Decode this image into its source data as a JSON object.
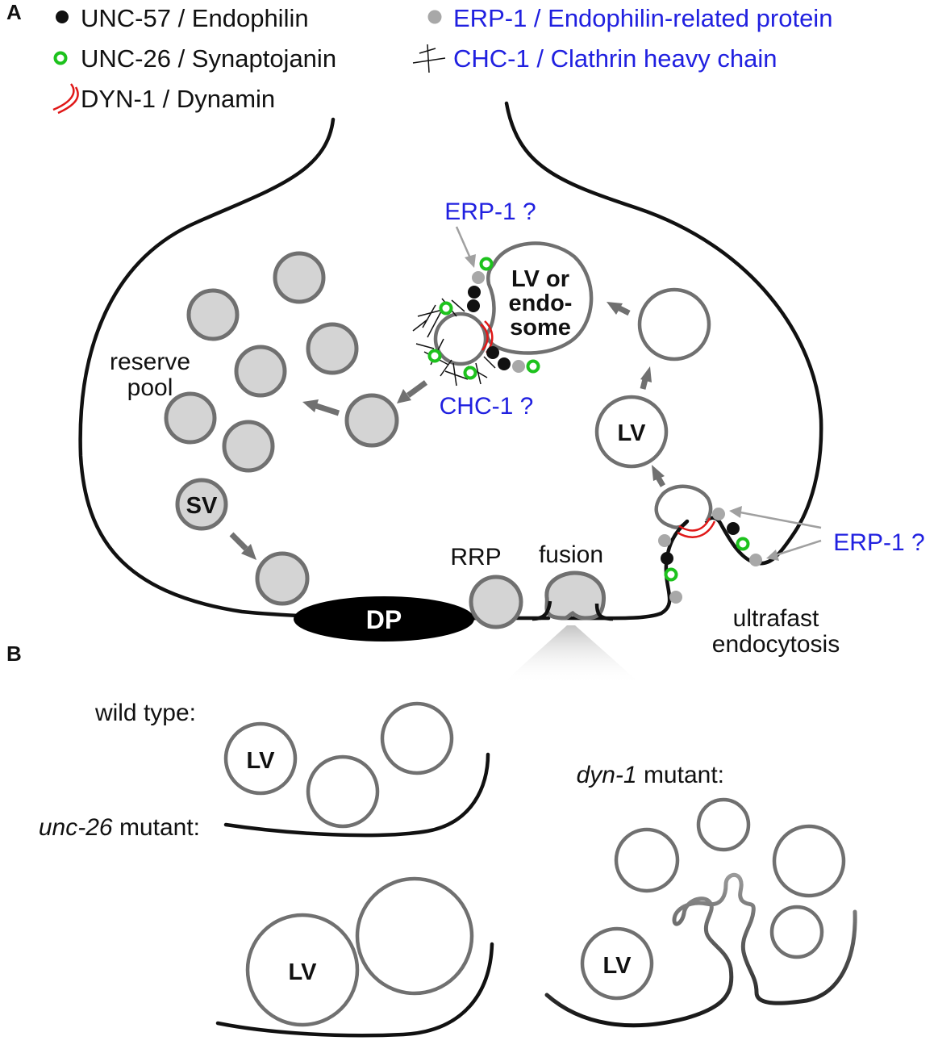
{
  "panels": {
    "a": "A",
    "b": "B"
  },
  "legend": {
    "unc57": "UNC-57 / Endophilin",
    "unc26": "UNC-26 / Synaptojanin",
    "dyn1": "DYN-1 / Dynamin",
    "erp1": "ERP-1 / Endophilin-related protein",
    "chc1": "CHC-1 / Clathrin heavy chain"
  },
  "labels": {
    "erp1_q_top": "ERP-1 ?",
    "lv_endosome_1": "LV or",
    "lv_endosome_2": "endo-",
    "lv_endosome_3": "some",
    "chc1_q": "CHC-1 ?",
    "reserve_1": "reserve",
    "reserve_2": "pool",
    "sv": "SV",
    "lv": "LV",
    "rrp": "RRP",
    "fusion": "fusion",
    "dp": "DP",
    "erp1_q_right": "ERP-1 ?",
    "ultrafast_1": "ultrafast",
    "ultrafast_2": "endocytosis"
  },
  "panel_b": {
    "wild_type": "wild type:",
    "unc26_italic": "unc-26",
    "unc26_rest": " mutant:",
    "dyn1_italic": "dyn-1",
    "dyn1_rest": " mutant:",
    "lv": "LV"
  },
  "colors": {
    "membrane": "#111111",
    "vesicle_stroke": "#707070",
    "vesicle_fill": "#d4d4d4",
    "blue_text": "#2020e0",
    "synaptojanin": "#1dc21d",
    "dynamin": "#e01818",
    "erp1": "#a8a8a8",
    "endophilin": "#111111"
  }
}
